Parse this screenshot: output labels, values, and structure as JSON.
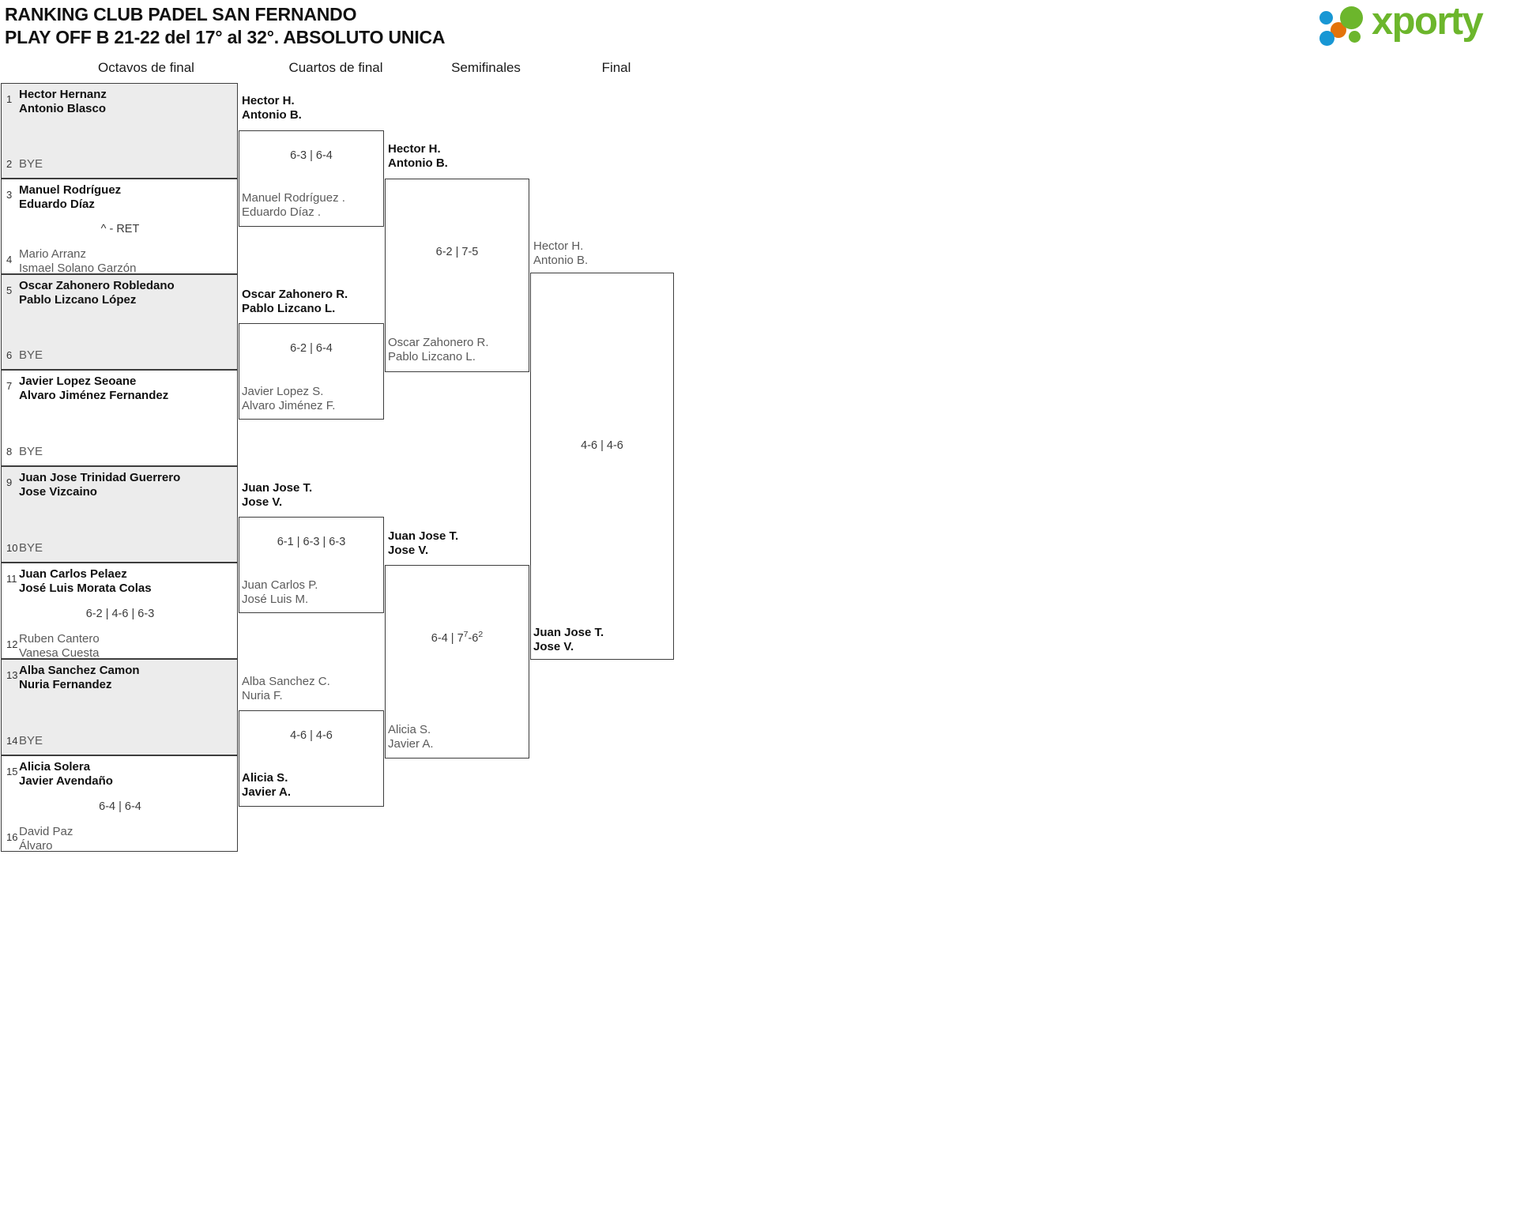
{
  "header": {
    "title_line1": "RANKING CLUB PADEL SAN FERNANDO",
    "title_line2": "PLAY OFF B 21-22 del 17° al 32°. ABSOLUTO UNICA",
    "title": "RANKING CLUB PADEL SAN FERNANDO\nPLAY OFF B 21-22 del 17° al 32°. ABSOLUTO UNICA",
    "logo_text": "xporty",
    "logo_colors": {
      "green": "#6cb62c",
      "orange": "#e3730a",
      "blue": "#1897d4"
    }
  },
  "rounds": [
    {
      "label": "Octavos de final"
    },
    {
      "label": "Cuartos de final"
    },
    {
      "label": "Semifinales"
    },
    {
      "label": "Final"
    }
  ],
  "round1": {
    "entries": [
      {
        "seed": "1",
        "name": "Hector Hernanz\nAntonio Blasco"
      },
      {
        "seed": "2",
        "name": "BYE"
      },
      {
        "seed": "3",
        "name": "Manuel Rodríguez\nEduardo Díaz"
      },
      {
        "seed": "4",
        "name": "Mario Arranz\nIsmael Solano Garzón"
      },
      {
        "seed": "5",
        "name": "Oscar Zahonero Robledano\nPablo Lizcano López"
      },
      {
        "seed": "6",
        "name": "BYE"
      },
      {
        "seed": "7",
        "name": "Javier Lopez Seoane\nAlvaro Jiménez Fernandez"
      },
      {
        "seed": "8",
        "name": "BYE"
      },
      {
        "seed": "9",
        "name": "Juan Jose Trinidad Guerrero\nJose Vizcaino"
      },
      {
        "seed": "10",
        "name": "BYE"
      },
      {
        "seed": "11",
        "name": "Juan Carlos Pelaez\nJosé Luis Morata Colas"
      },
      {
        "seed": "12",
        "name": "Ruben Cantero\nVanesa Cuesta"
      },
      {
        "seed": "13",
        "name": "Alba Sanchez Camon\nNuria Fernandez"
      },
      {
        "seed": "14",
        "name": "BYE"
      },
      {
        "seed": "15",
        "name": "Alicia Solera\nJavier Avendaño"
      },
      {
        "seed": "16",
        "name": "David Paz\nÁlvaro"
      }
    ],
    "scores": [
      {
        "match": 2,
        "value": "^ - RET"
      },
      {
        "match": 6,
        "value": "6-2 | 4-6 | 6-3"
      },
      {
        "match": 8,
        "value": "6-4 | 6-4"
      }
    ]
  },
  "round2": {
    "matches": [
      {
        "top": "Hector H.\nAntonio B.",
        "bottom": "Manuel Rodríguez .\nEduardo Díaz .",
        "score": "6-3 | 6-4",
        "winner": "top"
      },
      {
        "top": "Oscar Zahonero R.\nPablo Lizcano L.",
        "bottom": "Javier Lopez S.\nAlvaro Jiménez F.",
        "score": "6-2 | 6-4",
        "winner": "top"
      },
      {
        "top": "Juan Jose T.\nJose V.",
        "bottom": "Juan Carlos P.\nJosé Luis M.",
        "score": "6-1 | 6-3 | 6-3",
        "winner": "top"
      },
      {
        "top": "Alba Sanchez C.\nNuria F.",
        "bottom": "Alicia S.\nJavier A.",
        "score": "4-6 | 4-6",
        "winner": "bottom"
      }
    ]
  },
  "round3": {
    "matches": [
      {
        "top": "Hector H.\nAntonio B.",
        "bottom": "Oscar Zahonero R.\nPablo Lizcano L.",
        "score": "6-2 | 7-5",
        "winner": "top"
      },
      {
        "top": "Juan Jose T.\nJose V.",
        "bottom": "Alicia S.\nJavier A.",
        "score_html": "6-4 | 7<sup>7</sup>-6<sup>2</sup>",
        "score": "6-4 | 7⁷-6²",
        "winner": "top"
      }
    ]
  },
  "round4": {
    "matches": [
      {
        "top": "Hector H.\nAntonio B.",
        "bottom": "Juan Jose T.\nJose V.",
        "score": "4-6 | 4-6",
        "winner": "bottom"
      }
    ]
  }
}
